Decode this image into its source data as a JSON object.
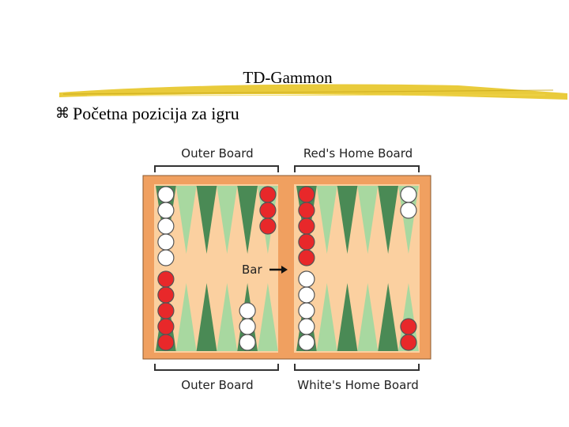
{
  "slide": {
    "title": "TD-Gammon",
    "bullet_icon": "z-bullet-icon",
    "bullet_text": "Početna pozicija za igru"
  },
  "board": {
    "labels": {
      "top_left": "Outer Board",
      "top_right": "Red's Home Board",
      "bottom_left": "Outer Board",
      "bottom_right": "White's Home Board",
      "bar": "Bar"
    },
    "colors": {
      "frame": "#f0a060",
      "field": "#fbd0a0",
      "point_dark": "#4a8a55",
      "point_light": "#a8d8a0",
      "red_checker": "#e8282a",
      "white_checker": "#ffffff",
      "underline": "#e8c830"
    },
    "checkers": {
      "top_left": [
        {
          "point": 1,
          "color": "white",
          "count": 5
        },
        {
          "point": 6,
          "color": "red",
          "count": 3
        }
      ],
      "top_right": [
        {
          "point": 1,
          "color": "red",
          "count": 5
        },
        {
          "point": 6,
          "color": "white",
          "count": 2
        }
      ],
      "bottom_left": [
        {
          "point": 1,
          "color": "red",
          "count": 5
        },
        {
          "point": 5,
          "color": "white",
          "count": 3
        }
      ],
      "bottom_right": [
        {
          "point": 1,
          "color": "white",
          "count": 5
        },
        {
          "point": 6,
          "color": "red",
          "count": 2
        }
      ]
    }
  }
}
